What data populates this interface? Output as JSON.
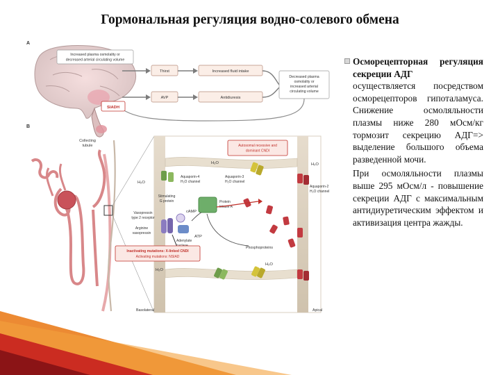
{
  "title": "Гормональная регуляция водно-солевого обмена",
  "figure": {
    "panel_a": {
      "letter": "A",
      "input_line1": "Increased plasma osmolality or",
      "input_line2": "decreased arterial circulating volume",
      "thirst": "Thirst",
      "fluid_intake": "Increased fluid intake",
      "avp": "AVP",
      "antidiuresis": "Antidiuresis",
      "feedback_line1": "Decreased plasma",
      "feedback_line2": "osmolality or",
      "feedback_line3": "increased arterial",
      "feedback_line4": "circulating volume",
      "siadh": "SIADH"
    },
    "panel_b": {
      "letter": "B",
      "collecting_line1": "Collecting",
      "collecting_line2": "tubule",
      "cndi_line1": "Autosomal recessive and",
      "cndi_line2": "dominant CNDI",
      "h2o": "H₂O",
      "aqp4_line1": "Aquaporin-4",
      "aqp4_line2": "H₂O channel",
      "aqp3_line1": "Aquaporin-3",
      "aqp3_line2": "H₂O channel",
      "aqp2_line1": "Aquaporin-2",
      "aqp2_line2": "H₂O channel",
      "gprotein_line1": "Stimulating",
      "gprotein_line2": "G protein",
      "camp": "cAMP",
      "pka_line1": "Protein",
      "pka_line2": "kinase A",
      "v2_line1": "Vasopressin",
      "v2_line2": "type 2 receptor",
      "avp_line1": "Arginine",
      "avp_line2": "vasopressin",
      "ac_line1": "Adenylate",
      "ac_line2": "cyclase",
      "atp": "ATP",
      "phospho": "Phosphoproteins",
      "inactivating": "Inactivating mutations: X-linked CNDI",
      "activating": "Activating mutations: NSIAD",
      "basolateral": "Basolateral",
      "apical": "Apical"
    }
  },
  "text": {
    "heading": "Осморецепторная регуляция секреции АДГ",
    "p1": "осуществляется посредством осморецепторов гипоталамуса. Снижение осмоляльности плазмы ниже 280 мОсм/кг тормозит секрецию АДГ=> выделение большого объема разведенной мочи.",
    "p2": "При осмоляльности плазмы выше 295 мОсм/л - повышение секреции АДГ с максимальным антидиуретическим эффектом и активизация центра жажды."
  },
  "colors": {
    "deco_orange": "#e8892a",
    "deco_red": "#c0202a",
    "siadh_red": "#c0302a",
    "kidney_pink": "#e08a8c"
  }
}
